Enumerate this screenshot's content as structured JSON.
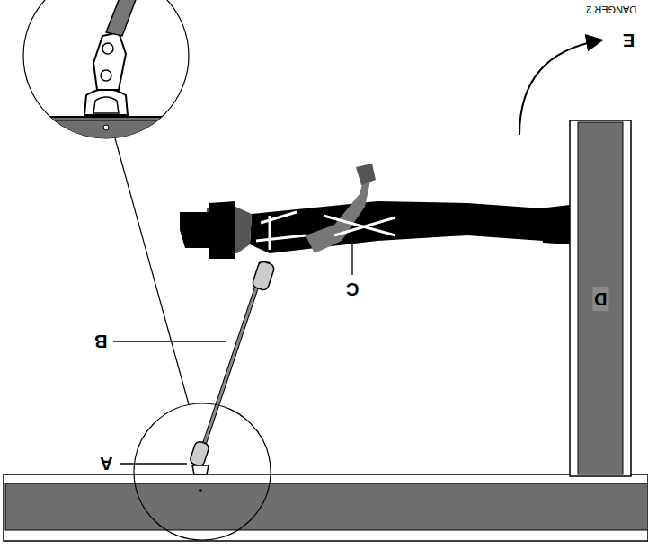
{
  "diagram": {
    "nodes": [
      {
        "text": [
          "D"
        ]
      }
    ],
    "labels": [
      "A",
      "B",
      "C",
      "E",
      "DANGER 2"
    ]
  }
}
